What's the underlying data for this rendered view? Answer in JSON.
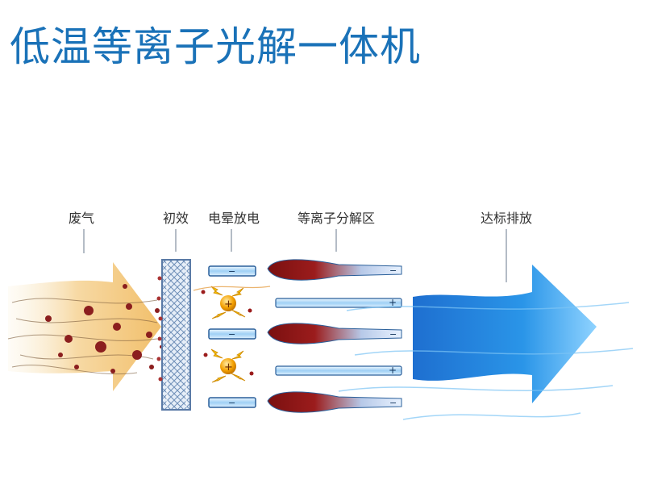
{
  "title": "低温等离子光解一体机",
  "stages": [
    {
      "label": "废气"
    },
    {
      "label": "初效"
    },
    {
      "label": "电晕放电"
    },
    {
      "label": "等离子分解区"
    },
    {
      "label": "达标排放"
    }
  ],
  "plate_signs": {
    "negative": "−",
    "positive": "+"
  },
  "colors": {
    "title": "#1a72b8",
    "intake_arrow": "#f0b85a",
    "exhaust_arrow": "#2a8fe0",
    "filter": "#8fb3d8",
    "charge": "#f4a000",
    "electrode_red": "#9b1c1c"
  },
  "icons": [
    "filter-mesh",
    "positive-charge-icon",
    "lightning-spark-icon"
  ]
}
